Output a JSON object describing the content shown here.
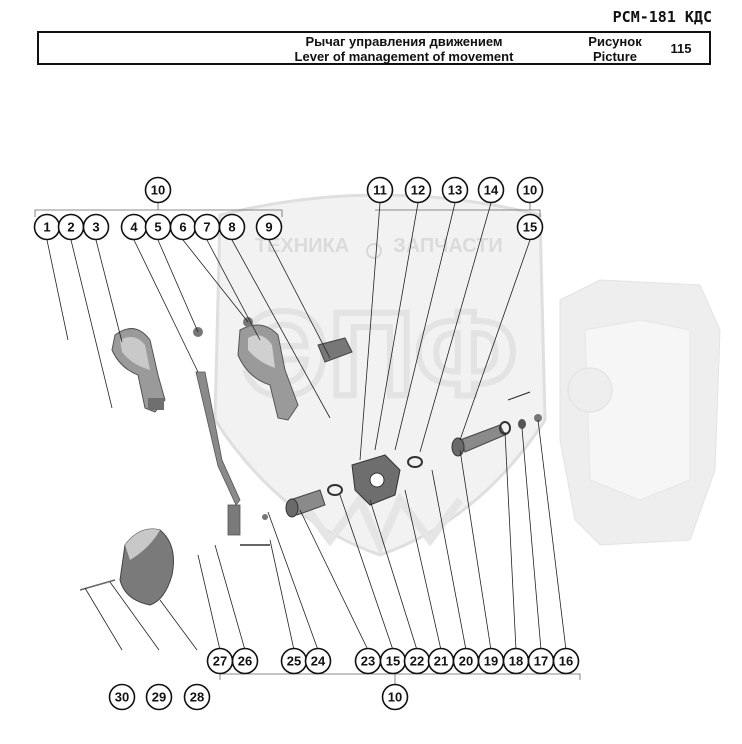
{
  "header": {
    "doc_code": "РСМ-181 КДС",
    "title_ru": "Рычаг управления движением",
    "title_en": "Lever of management of movement",
    "figure_label_ru": "Рисунок",
    "figure_label_en": "Picture",
    "figure_number": "115"
  },
  "watermark": {
    "left_text": "ТЕХНИКА",
    "right_text": "ЗАПЧАСТИ",
    "letters": "ЭПФ"
  },
  "callouts": {
    "top_group": [
      "1",
      "2",
      "3",
      "4",
      "5",
      "6",
      "7",
      "8",
      "9"
    ],
    "top_right_group": [
      "11",
      "12",
      "13",
      "14"
    ],
    "right_item": "15",
    "group_label": "10",
    "bottom_group": [
      "27",
      "26",
      "25",
      "24",
      "23",
      "15",
      "22",
      "21",
      "20",
      "19",
      "18",
      "17",
      "16"
    ],
    "bottom_left": [
      "30",
      "29",
      "28"
    ]
  },
  "colors": {
    "ink": "#111111",
    "part_gray": "#8a8a8a",
    "watermark": "#e6e6e6"
  }
}
